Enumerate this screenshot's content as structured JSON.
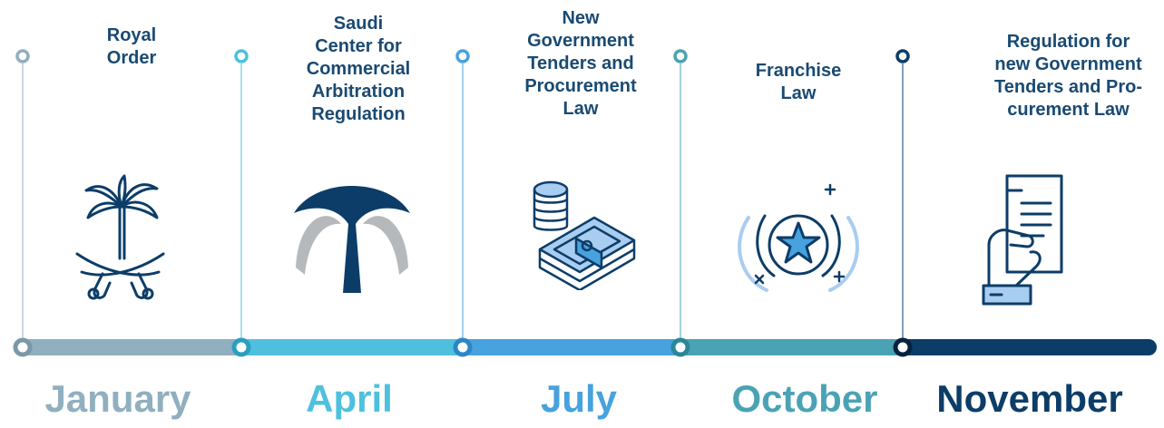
{
  "colors": {
    "january": "#90afbf",
    "april": "#4ec0de",
    "july": "#47a2de",
    "october": "#4aa3b4",
    "november": "#0c3d68",
    "label_text": "#1a4a72",
    "icon_dark": "#0c3d68",
    "icon_light": "#a9cdf0",
    "icon_grey": "#b6b9bb"
  },
  "milestones": [
    {
      "label": "Royal\nOrder",
      "month": "January",
      "icon": "saudi-emblem-icon"
    },
    {
      "label": "Saudi\nCenter for\nCommercial\nArbitration\nRegulation",
      "month": "April",
      "icon": "arbitration-center-logo-icon"
    },
    {
      "label": "New\nGovernment\nTenders and\nProcurement\nLaw",
      "month": "July",
      "icon": "money-stack-icon"
    },
    {
      "label": "Franchise\nLaw",
      "month": "October",
      "icon": "star-badge-icon"
    },
    {
      "label": "Regulation for\nnew Government\nTenders and Pro-\ncurement Law",
      "month": "November",
      "icon": "document-in-hand-icon"
    }
  ]
}
